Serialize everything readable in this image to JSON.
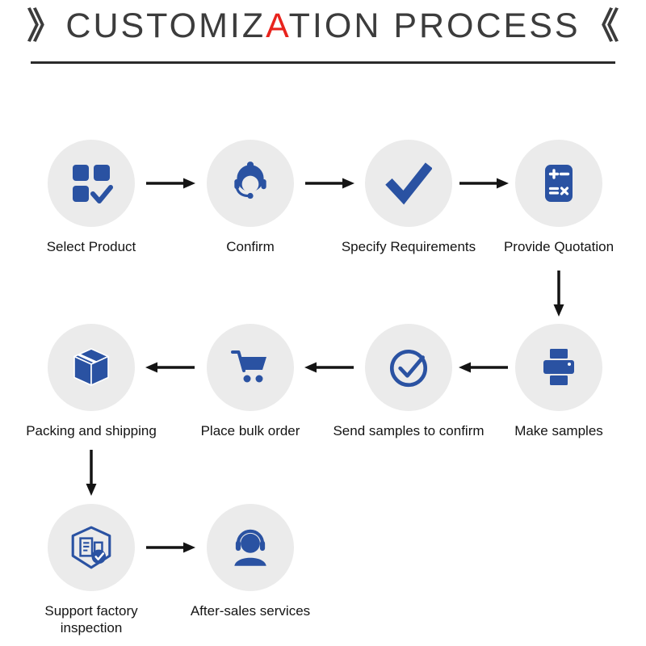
{
  "title": {
    "left_mark": "》",
    "pre": "CUSTOMIZ",
    "highlight": "A",
    "post": "TION PROCESS",
    "right_mark": "《"
  },
  "colors": {
    "icon_blue": "#2a52a2",
    "circle_bg": "#ebebeb",
    "arrow": "#141414",
    "title_highlight": "#e8231d"
  },
  "steps": [
    {
      "label": "Select Product",
      "icon": "select-product-icon"
    },
    {
      "label": "Confirm",
      "icon": "customer-service-icon"
    },
    {
      "label": "Specify Requirements",
      "icon": "check-mark-icon"
    },
    {
      "label": "Provide Quotation",
      "icon": "calculator-icon"
    },
    {
      "label": "Make samples",
      "icon": "printer-icon"
    },
    {
      "label": "Send samples to confirm",
      "icon": "circle-check-icon"
    },
    {
      "label": "Place bulk order",
      "icon": "shopping-cart-icon"
    },
    {
      "label": "Packing and shipping",
      "icon": "package-box-icon"
    },
    {
      "label": "Support factory inspection",
      "icon": "factory-inspection-icon"
    },
    {
      "label": "After-sales services",
      "icon": "headphones-support-icon"
    }
  ]
}
